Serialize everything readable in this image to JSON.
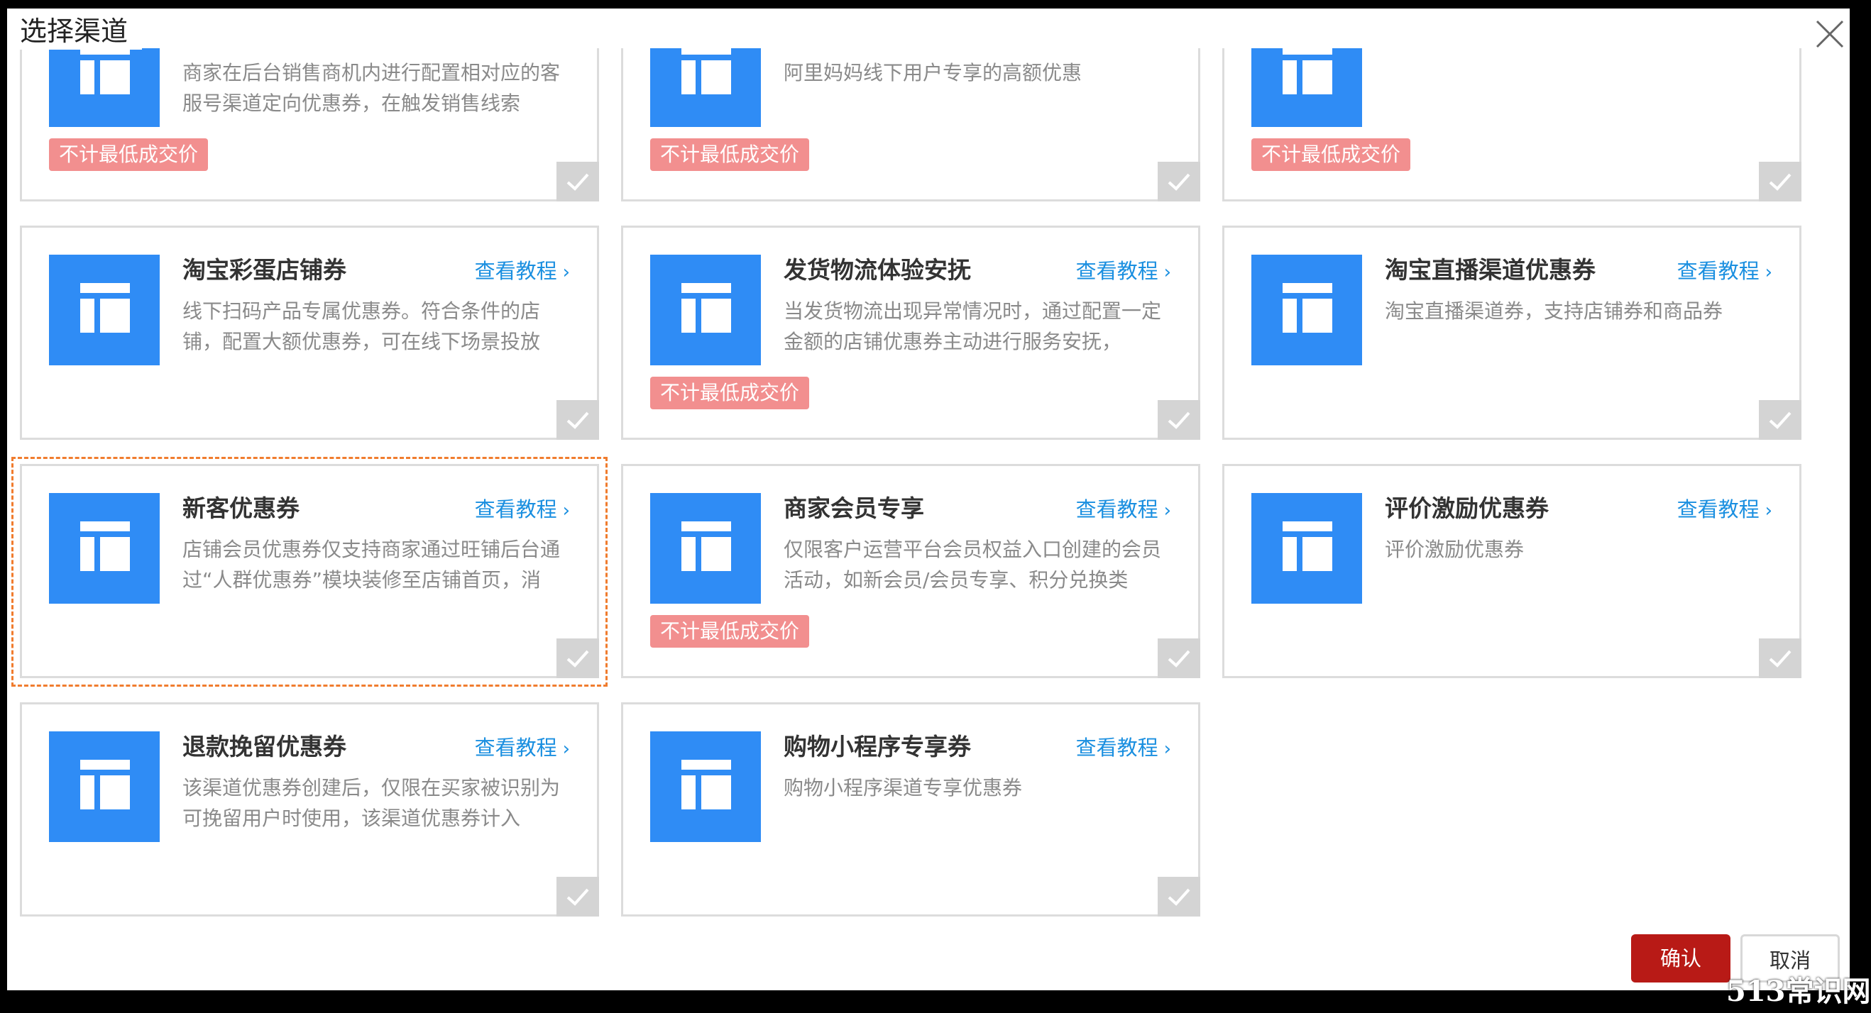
{
  "dialog": {
    "title": "选择渠道",
    "close_icon": "close-icon"
  },
  "tutorial_label": "查看教程",
  "tag_label": "不计最低成交价",
  "colors": {
    "thumb": "#2f8cf5",
    "tag": "#f28f8f",
    "link": "#1a8fe0",
    "confirm": "#b81a16",
    "selection": "#f07c2e"
  },
  "cards": [
    {
      "name": "",
      "desc": "商家在后台销售商机内进行配置相对应的客服号渠道定向优惠券，在触发销售线索",
      "tag": true,
      "selected": false
    },
    {
      "name": "",
      "desc": "阿里妈妈线下用户专享的高额优惠",
      "tag": true,
      "selected": false
    },
    {
      "name": "",
      "desc": "",
      "tag": true,
      "selected": false
    },
    {
      "name": "淘宝彩蛋店铺券",
      "desc": "线下扫码产品专属优惠券。符合条件的店铺，配置大额优惠券，可在线下场景投放",
      "tag": false,
      "selected": false
    },
    {
      "name": "发货物流体验安抚",
      "desc": "当发货物流出现异常情况时，通过配置一定金额的店铺优惠券主动进行服务安抚，",
      "tag": true,
      "selected": false
    },
    {
      "name": "淘宝直播渠道优惠券",
      "desc": "淘宝直播渠道券，支持店铺券和商品券",
      "tag": false,
      "selected": false
    },
    {
      "name": "新客优惠券",
      "desc": "店铺会员优惠券仅支持商家通过旺铺后台通过“人群优惠券”模块装修至店铺首页，消",
      "tag": false,
      "selected": true
    },
    {
      "name": "商家会员专享",
      "desc": "仅限客户运营平台会员权益入口创建的会员活动，如新会员/会员专享、积分兑换类",
      "tag": true,
      "selected": false
    },
    {
      "name": "评价激励优惠券",
      "desc": "评价激励优惠券",
      "tag": false,
      "selected": false
    },
    {
      "name": "退款挽留优惠券",
      "desc": "该渠道优惠券创建后，仅限在买家被识别为可挽留用户时使用，该渠道优惠券计入",
      "tag": false,
      "selected": false
    },
    {
      "name": "购物小程序专享券",
      "desc": "购物小程序渠道专享优惠券",
      "tag": false,
      "selected": false
    }
  ],
  "footer": {
    "confirm_label": "确认",
    "cancel_label": "取消"
  },
  "watermark": "513常识网"
}
